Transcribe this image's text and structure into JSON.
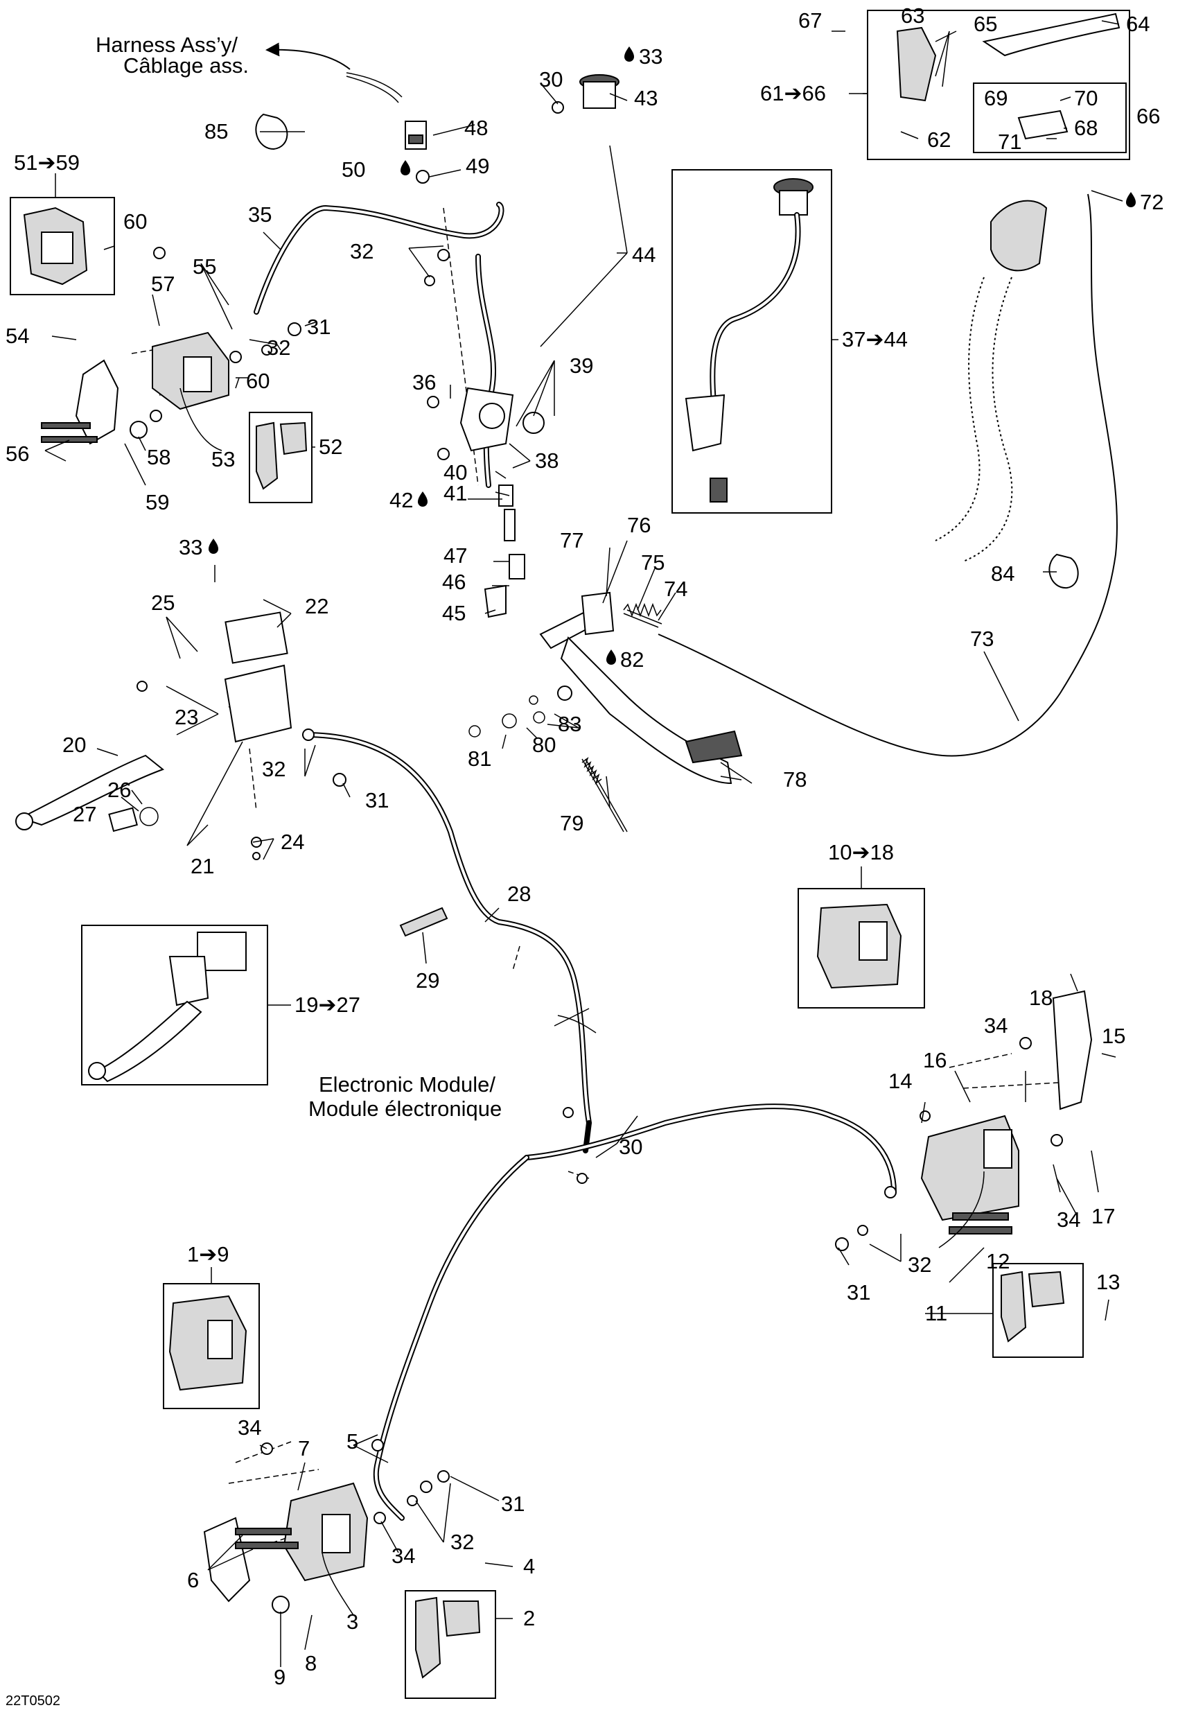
{
  "diagram": {
    "callouts": {
      "c1": "1",
      "c2": "2",
      "c3": "3",
      "c4": "4",
      "c5": "5",
      "c6": "6",
      "c7": "7",
      "c8": "8",
      "c9": "9",
      "c10": "10",
      "c11": "11",
      "c12": "12",
      "c13": "13",
      "c14": "14",
      "c15": "15",
      "c16": "16",
      "c17": "17",
      "c18": "18",
      "c19": "19",
      "c20": "20",
      "c21": "21",
      "c22": "22",
      "c23": "23",
      "c24": "24",
      "c25": "25",
      "c26": "26",
      "c27": "27",
      "c28": "28",
      "c29": "29",
      "c30": "30",
      "c31": "31",
      "c32": "32",
      "c33": "33",
      "c34": "34",
      "c35": "35",
      "c36": "36",
      "c37": "37",
      "c38": "38",
      "c39": "39",
      "c40": "40",
      "c41": "41",
      "c42": "42",
      "c43": "43",
      "c44": "44",
      "c45": "45",
      "c46": "46",
      "c47": "47",
      "c48": "48",
      "c49": "49",
      "c50": "50",
      "c51": "51",
      "c52": "52",
      "c53": "53",
      "c54": "54",
      "c55": "55",
      "c56": "56",
      "c57": "57",
      "c58": "58",
      "c59": "59",
      "c60": "60",
      "c61": "61",
      "c62": "62",
      "c63": "63",
      "c64": "64",
      "c65": "65",
      "c66": "66",
      "c67": "67",
      "c68": "68",
      "c69": "69",
      "c70": "70",
      "c71": "71",
      "c72": "72",
      "c73": "73",
      "c74": "74",
      "c75": "75",
      "c76": "76",
      "c77": "77",
      "c78": "78",
      "c79": "79",
      "c80": "80",
      "c81": "81",
      "c82": "82",
      "c83": "83",
      "c84": "84",
      "c85": "85"
    },
    "ranges": {
      "r1_9": "1➔9",
      "r10_18": "10➔18",
      "r19_27": "19➔27",
      "r37_44": "37➔44",
      "r51_59": "51➔59",
      "r61_66": "61➔66"
    },
    "notes": {
      "harness_en": "Harness Ass’y/",
      "harness_fr": "Câblage ass.",
      "module_en": "Electronic Module/",
      "module_fr": "Module électronique"
    },
    "drawing_code": "22T0502"
  }
}
